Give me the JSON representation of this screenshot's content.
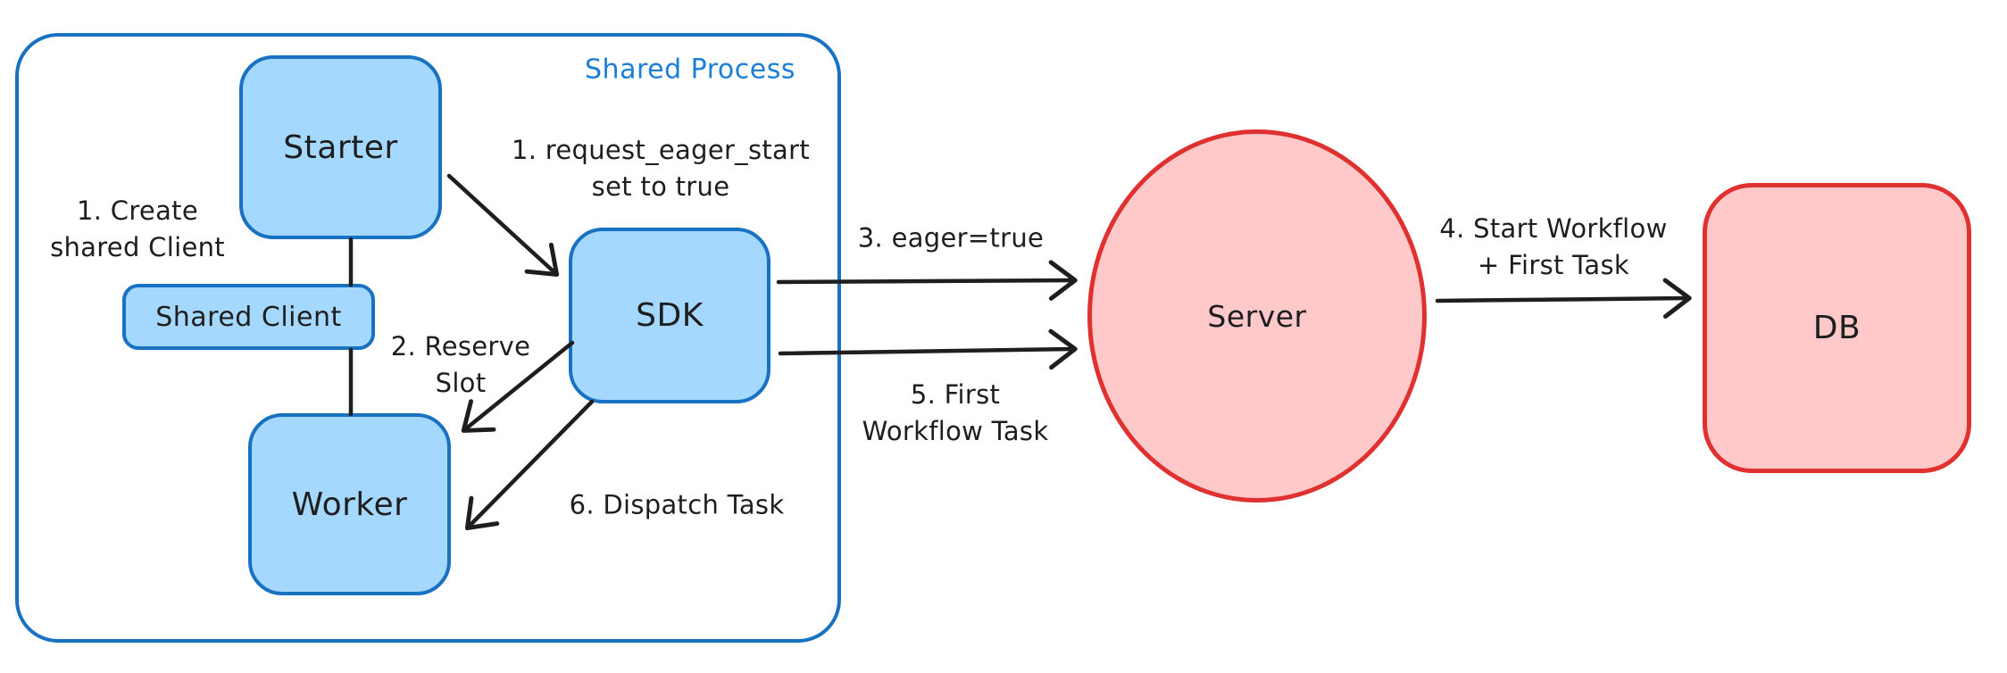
{
  "palette": {
    "blue_stroke": "#1971c2",
    "blue_fill": "#a5d8ff",
    "blue_title_text": "#1c7ed6",
    "red_stroke": "#e03131",
    "red_fill": "#ffc9c9",
    "ink": "#1e1e1e",
    "background": "#ffffff"
  },
  "container": {
    "title": "Shared Process"
  },
  "nodes": {
    "starter": {
      "label": "Starter"
    },
    "shared_client": {
      "label": "Shared Client"
    },
    "worker": {
      "label": "Worker"
    },
    "sdk": {
      "label": "SDK"
    },
    "server": {
      "label": "Server"
    },
    "db": {
      "label": "DB"
    }
  },
  "annotations": {
    "create_client": {
      "line1": "1. Create",
      "line2": "shared Client"
    },
    "request_eager_start": {
      "line1": "1. request_eager_start",
      "line2": "set to true"
    },
    "reserve_slot": {
      "line1": "2. Reserve",
      "line2": "Slot"
    },
    "eager_true": {
      "text": "3. eager=true"
    },
    "start_workflow": {
      "line1": "4. Start Workflow",
      "line2": "+ First Task"
    },
    "first_workflow_task": {
      "line1": "5. First",
      "line2": "Workflow Task"
    },
    "dispatch_task": {
      "text": "6. Dispatch Task"
    }
  }
}
